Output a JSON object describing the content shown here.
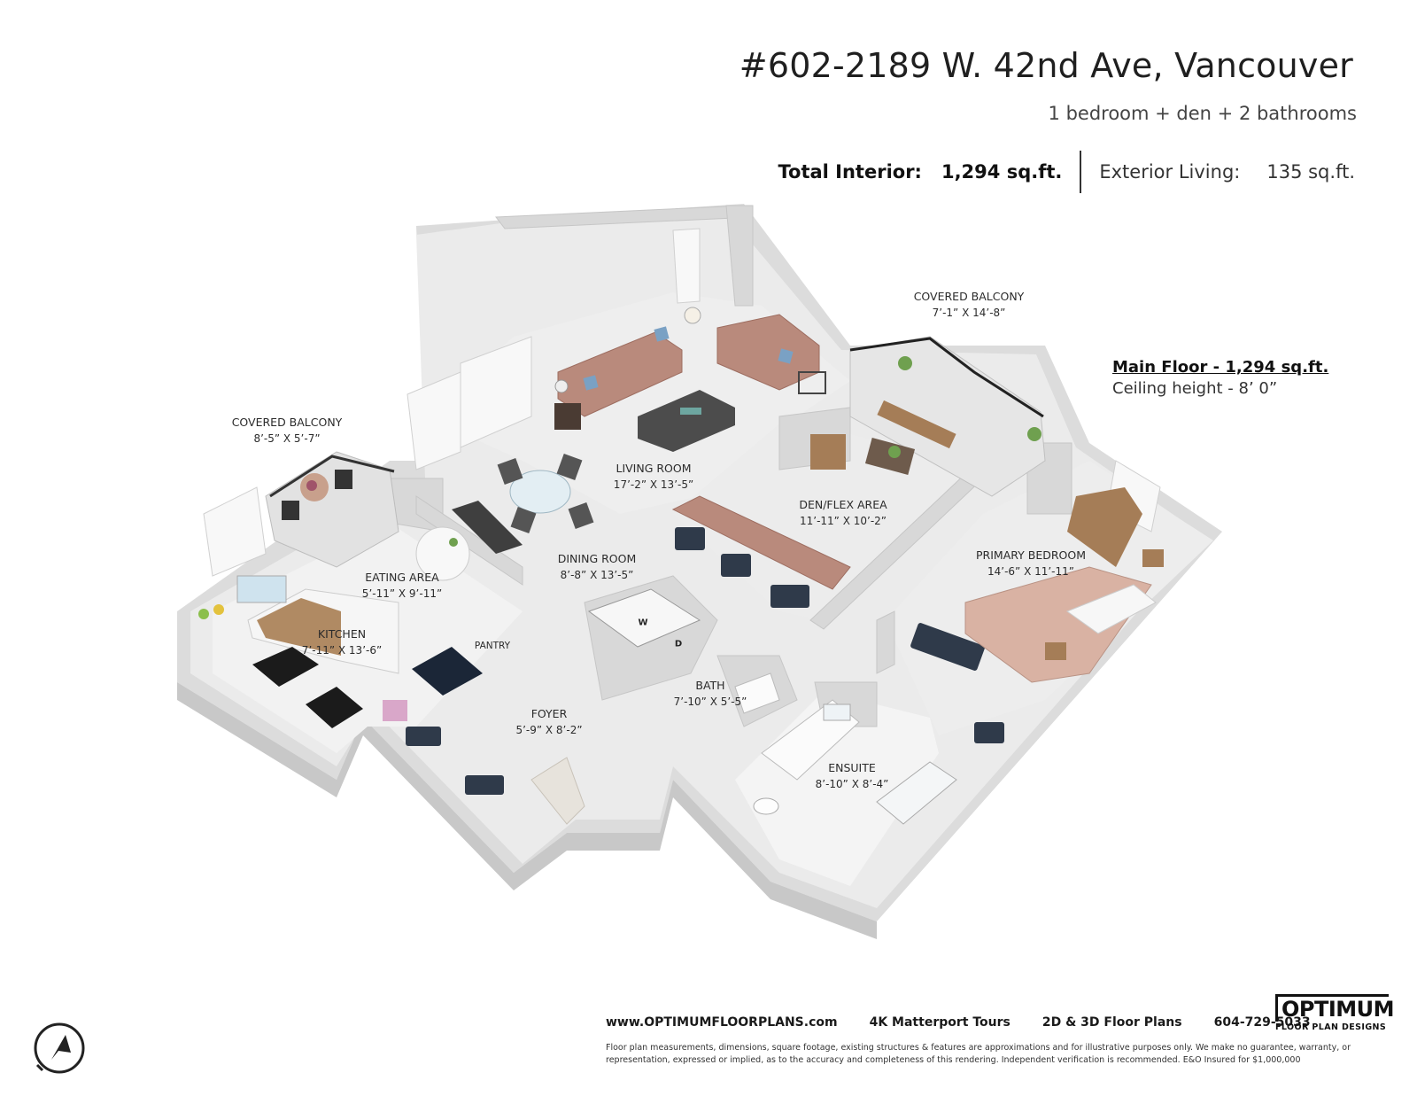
{
  "header": {
    "address": "#602-2189 W. 42nd Ave, Vancouver",
    "summary": "1 bedroom + den + 2 bathrooms",
    "total_interior_label": "Total Interior:",
    "total_interior_value": "1,294 sq.ft.",
    "exterior_living_label": "Exterior Living:",
    "exterior_living_value": "135 sq.ft."
  },
  "floor_info": {
    "main_floor": "Main Floor - 1,294 sq.ft.",
    "ceiling": "Ceiling height - 8’ 0”"
  },
  "rooms": {
    "balcony_west": {
      "name": "COVERED BALCONY",
      "dim": "8’-5” X 5’-7”"
    },
    "balcony_north": {
      "name": "COVERED BALCONY",
      "dim": "7’-1” X 14’-8”"
    },
    "living": {
      "name": "LIVING ROOM",
      "dim": "17’-2” X 13’-5”"
    },
    "den": {
      "name": "DEN/FLEX AREA",
      "dim": "11’-11” X 10’-2”"
    },
    "eating": {
      "name": "EATING AREA",
      "dim": "5’-11” X 9’-11”"
    },
    "dining": {
      "name": "DINING ROOM",
      "dim": "8’-8” X 13’-5”"
    },
    "kitchen": {
      "name": "KITCHEN",
      "dim": "7’-11” X 13’-6”"
    },
    "pantry": {
      "name": "PANTRY"
    },
    "primary": {
      "name": "PRIMARY BEDROOM",
      "dim": "14’-6” X 11’-11”"
    },
    "bath": {
      "name": "BATH",
      "dim": "7’-10” X 5’-5”"
    },
    "foyer": {
      "name": "FOYER",
      "dim": "5’-9” X 8’-2”"
    },
    "ensuite": {
      "name": "ENSUITE",
      "dim": "8’-10” X 8’-4”"
    }
  },
  "appliances": {
    "washer": "W",
    "dryer": "D"
  },
  "footer": {
    "website": "www.OPTIMUMFLOORPLANS.com",
    "tours": "4K Matterport Tours",
    "plans": "2D & 3D Floor Plans",
    "phone": "604-729-5033",
    "disclaimer": "Floor plan measurements, dimensions, square footage, existing structures & features are approximations and for illustrative purposes only. We make no guarantee, warranty, or representation, expressed or implied, as to the accuracy and completeness of this rendering. Independent verification is recommended. E&O Insured for $1,000,000",
    "logo_main": "OPTIMUM",
    "logo_sub": "FLOOR PLAN DESIGNS"
  },
  "colors": {
    "floor": "#ececec",
    "wall": "#d6d6d6",
    "wall_dark": "#bcbcbc",
    "sofa": "#b98a7c",
    "bed": "#d9b2a3",
    "wood": "#a57d57",
    "glass": "#f3f3f3"
  }
}
